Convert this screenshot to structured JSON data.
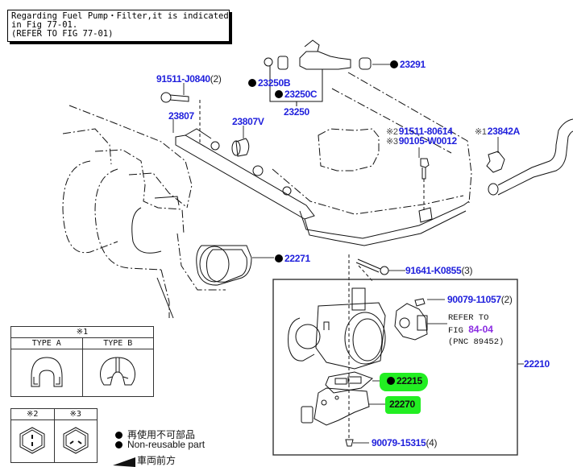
{
  "note": {
    "line1": "Regarding Fuel Pump・Filter,it is indicated",
    "line2": "in Fig 77-01.",
    "line3": "(REFER TO FIG 77-01)"
  },
  "parts": {
    "p23291": {
      "number": "23291",
      "non_reusable": true
    },
    "p91511J0840": {
      "number": "91511-J0840",
      "qty": "(2)"
    },
    "p23250B": {
      "number": "23250B",
      "non_reusable": true
    },
    "p23250C": {
      "number": "23250C",
      "non_reusable": true
    },
    "p23250": {
      "number": "23250"
    },
    "p23807": {
      "number": "23807"
    },
    "p23807V": {
      "number": "23807V"
    },
    "p91511_80614": {
      "mark": "※2",
      "number": "91511-80614"
    },
    "p90105W0012": {
      "mark": "※3",
      "number": "90105-W0012"
    },
    "p23842A": {
      "mark": "※1",
      "number": "23842A"
    },
    "p22271": {
      "number": "22271",
      "non_reusable": true
    },
    "p91641K0855": {
      "number": "91641-K0855",
      "qty": "(3)"
    },
    "p90079_11057": {
      "number": "90079-11057",
      "qty": "(2)"
    },
    "p22210": {
      "number": "22210"
    },
    "p22215": {
      "number": "22215",
      "non_reusable": true,
      "highlighted": true
    },
    "p22270": {
      "number": "22270",
      "highlighted": true
    },
    "p90079_15315": {
      "number": "90079-15315",
      "qty": "(4)"
    }
  },
  "refer": {
    "line1": "REFER TO",
    "line2_prefix": "FIG",
    "line2_link": "84-04",
    "line3": "(PNC 89452)"
  },
  "type_table": {
    "header": "※1",
    "col_a": "TYPE A",
    "col_b": "TYPE B"
  },
  "bolt_table": {
    "col_2": "※2",
    "col_3": "※3"
  },
  "legend": {
    "jp": "再使用不可部品",
    "en": "Non-reusable part",
    "front": "車両前方"
  },
  "colors": {
    "label_blue": "#1f1fdc",
    "highlight_green": "#22ee22",
    "link_purple": "#8a2be2"
  }
}
